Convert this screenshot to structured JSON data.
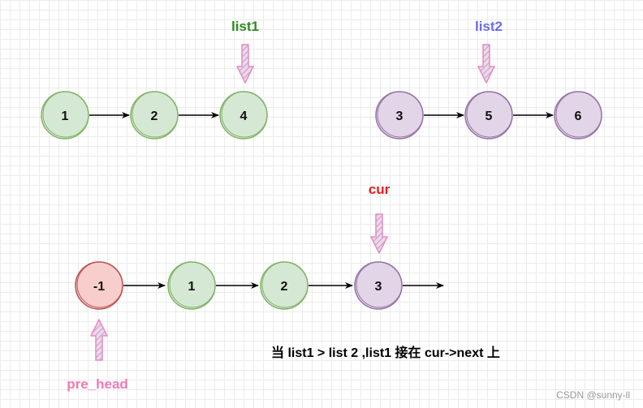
{
  "pointers": {
    "list1": "list1",
    "list2": "list2",
    "cur": "cur",
    "pre_head": "pre_head"
  },
  "list1_nodes": [
    "1",
    "2",
    "4"
  ],
  "list2_nodes": [
    "3",
    "5",
    "6"
  ],
  "merged_nodes": [
    "-1",
    "1",
    "2",
    "3"
  ],
  "caption": "当 list1 > list 2 ,list1 接在 cur->next 上",
  "watermark": "CSDN @sunny-ll",
  "colors": {
    "green_stroke": "#82b366",
    "green_fill": "#d5e8d4",
    "purple_stroke": "#9673a6",
    "purple_fill": "#e1d5e7",
    "red_stroke": "#b85450",
    "red_fill": "#f8cecc",
    "pink_arrow_stroke": "#e78bc0",
    "pink_arrow_fill": "#c9d2e3",
    "list1_label": "#2e8b1f",
    "list2_label": "#6b6bea",
    "cur_label": "#e81d1d",
    "pre_head_label": "#ef7ab5"
  }
}
